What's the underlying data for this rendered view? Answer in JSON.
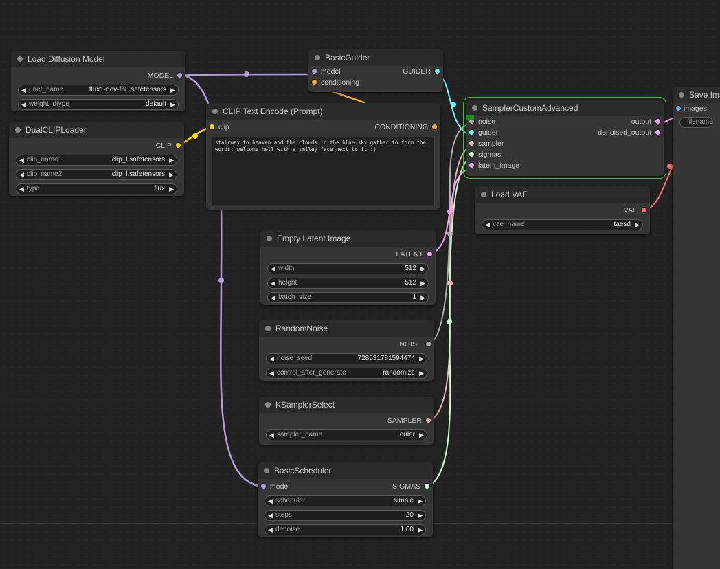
{
  "nodes": {
    "load_diffusion": {
      "title": "Load Diffusion Model",
      "output": "MODEL",
      "widgets": [
        {
          "name": "unet_name",
          "value": "flux1-dev-fp8.safetensors"
        },
        {
          "name": "weight_dtype",
          "value": "default"
        }
      ]
    },
    "dual_clip": {
      "title": "DualCLIPLoader",
      "output": "CLIP",
      "widgets": [
        {
          "name": "clip_name1",
          "value": "clip_l.safetensors"
        },
        {
          "name": "clip_name2",
          "value": "clip_l.safetensors"
        },
        {
          "name": "type",
          "value": "flux"
        }
      ]
    },
    "basic_guider": {
      "title": "BasicGuider",
      "inputs": [
        "model",
        "conditioning"
      ],
      "output": "GUIDER"
    },
    "clip_text_encode": {
      "title": "CLIP Text Encode (Prompt)",
      "input": "clip",
      "output": "CONDITIONING",
      "text": "stairway to heaven and the clouds in the blue sky gather to form the words: welcome hell with a smiley face next to it :)"
    },
    "sampler_custom_advanced": {
      "title": "SamplerCustomAdvanced",
      "inputs": [
        "noise",
        "guider",
        "sampler",
        "sigmas",
        "latent_image"
      ],
      "outputs": [
        "output",
        "denoised_output"
      ]
    },
    "save_image": {
      "title": "Save Ima",
      "input": "images",
      "widget_label": "filename_"
    },
    "load_vae": {
      "title": "Load VAE",
      "output": "VAE",
      "widgets": [
        {
          "name": "vae_name",
          "value": "taesd"
        }
      ]
    },
    "empty_latent": {
      "title": "Empty Latent Image",
      "output": "LATENT",
      "widgets": [
        {
          "name": "width",
          "value": "512"
        },
        {
          "name": "height",
          "value": "512"
        },
        {
          "name": "batch_size",
          "value": "1"
        }
      ]
    },
    "random_noise": {
      "title": "RandomNoise",
      "output": "NOISE",
      "widgets": [
        {
          "name": "noise_seed",
          "value": "728531781594474"
        },
        {
          "name": "control_after_generate",
          "value": "randomize"
        }
      ]
    },
    "ksampler_select": {
      "title": "KSamplerSelect",
      "output": "SAMPLER",
      "widgets": [
        {
          "name": "sampler_name",
          "value": "euler"
        }
      ]
    },
    "basic_scheduler": {
      "title": "BasicScheduler",
      "input": "model",
      "output": "SIGMAS",
      "widgets": [
        {
          "name": "scheduler",
          "value": "simple"
        },
        {
          "name": "steps",
          "value": "20"
        },
        {
          "name": "denoise",
          "value": "1.00"
        }
      ]
    }
  },
  "colors": {
    "model": "#b39ddb",
    "clip": "#ffd500",
    "conditioning": "#ffa931",
    "guider": "#66ffff",
    "latent": "#ff9cf9",
    "noise": "#b0b0b0",
    "sampler": "#ecb4b4",
    "sigmas": "#cdffcd",
    "vae": "#ff6e6e",
    "image": "#64b5f6",
    "selected": "#2fc82f"
  },
  "glyphs": {
    "arrow_left": "◀",
    "arrow_right": "▶"
  }
}
